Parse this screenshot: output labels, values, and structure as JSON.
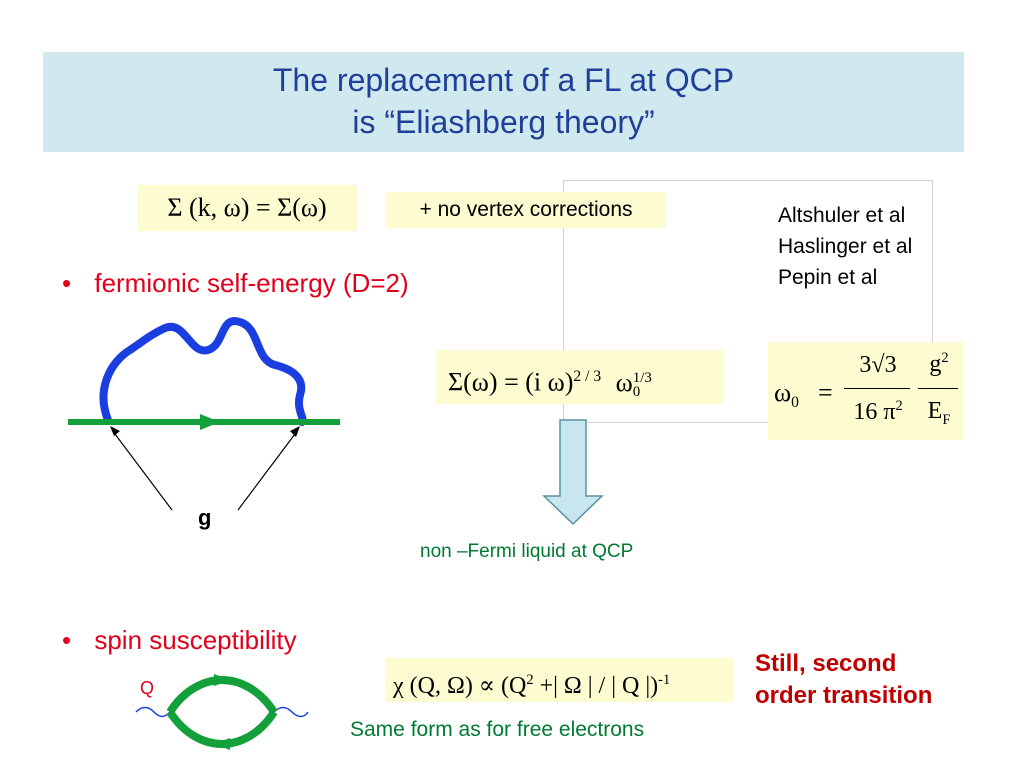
{
  "title": {
    "line1": "The replacement of a FL  at QCP",
    "line2": "is “Eliashberg theory”"
  },
  "formula_self_energy_k": "Σ (k, ω) = Σ(ω)",
  "no_vertex_box": "+ no vertex corrections",
  "authors": [
    "Altshuler et al",
    "Haslinger et al",
    "Pepin et al"
  ],
  "bullet1": "fermionic self-energy  (D=2)",
  "vertex_label": "g",
  "formula_sigma": {
    "lhs": "Σ(ω) =  (i ω)",
    "exp1": "2 / 3",
    "omega": "ω",
    "exp2": "1/3",
    "sub": "0"
  },
  "formula_omega0": {
    "lhs": "ω",
    "lhs_sub": "0",
    "eq": "=",
    "num1": "3√3",
    "den1": "16 π",
    "den1_sup": "2",
    "num2": "g",
    "num2_sup": "2",
    "den2": "E",
    "den2_sub": "F"
  },
  "nfl_caption": "non –Fermi liquid at QCP",
  "bullet2": "spin susceptibility",
  "q_label": "Q",
  "formula_chi": {
    "text": "χ (Q, Ω) ∝ (Q",
    "sup": "2",
    "text2": " +| Ω | / | Q |)",
    "sup2": "-1"
  },
  "free_electrons_caption": "Same form as for free electrons",
  "still_second": [
    "Still, second",
    "order transition"
  ],
  "colors": {
    "title_bg": "#cfe9ee",
    "title_text": "#1f3f9a",
    "bullet_red": "#e0001b",
    "formula_bg": "#fdfbd0",
    "green": "#007a33",
    "boson_blue": "#1a3ee0",
    "arrow_fill": "#c8e6ee"
  }
}
